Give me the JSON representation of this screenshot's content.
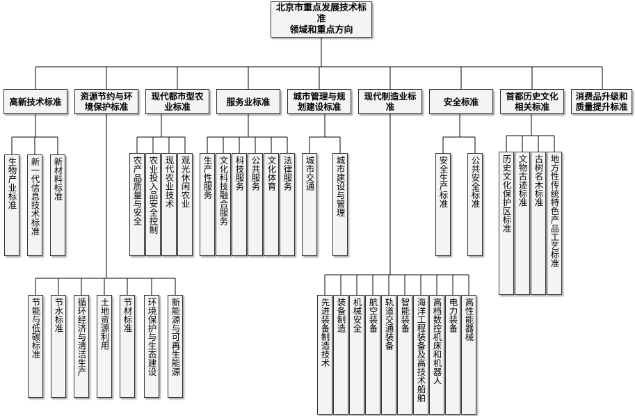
{
  "root": "北京市重点发展技术标准\n领域和重点方向",
  "categories": [
    {
      "label": "高新技术标准",
      "children": [
        "生物产业标准",
        "新一代信息技术标准",
        "新材料标准"
      ]
    },
    {
      "label": "资源节约与环\n境保护标准",
      "children": [
        "节能与低碳标准",
        "节水标准",
        "循环经济与清洁生产",
        "土地资源利用",
        "节材标准",
        "环境保护与生态建设",
        "新能源与可再生能源"
      ]
    },
    {
      "label": "现代都市型农\n业标准",
      "children": [
        "农产品质量与安全",
        "农业投入品安全控制",
        "现代农业技术",
        "观光休闲农业"
      ]
    },
    {
      "label": "服务业标准",
      "children": [
        "生产性服务",
        "文化科技融合服务",
        "科技服务",
        "公共服务",
        "文化体育",
        "法律服务"
      ]
    },
    {
      "label": "城市管理与规\n划建设标准",
      "children": [
        "城市交通",
        "城市建设与管理"
      ]
    },
    {
      "label": "现代制造业标准",
      "children": [
        "先进装备制造技术",
        "装备制造",
        "机械安全",
        "航空装备",
        "轨道交通装备",
        "智能装备",
        "海洋工程装备及高技术船舶",
        "高档数控机床和机器人",
        "电力装备",
        "高性能器械"
      ]
    },
    {
      "label": "安全标准",
      "children": [
        "安全生产标准",
        "公共安全标准"
      ]
    },
    {
      "label": "首都历史文化\n相关标准",
      "children": [
        "历史文化保护区标准",
        "文物古迹标准",
        "古树名木标准",
        "地方性传统特色产品工艺标准"
      ]
    },
    {
      "label": "消费品升级和\n质量提升标准",
      "children": []
    }
  ]
}
